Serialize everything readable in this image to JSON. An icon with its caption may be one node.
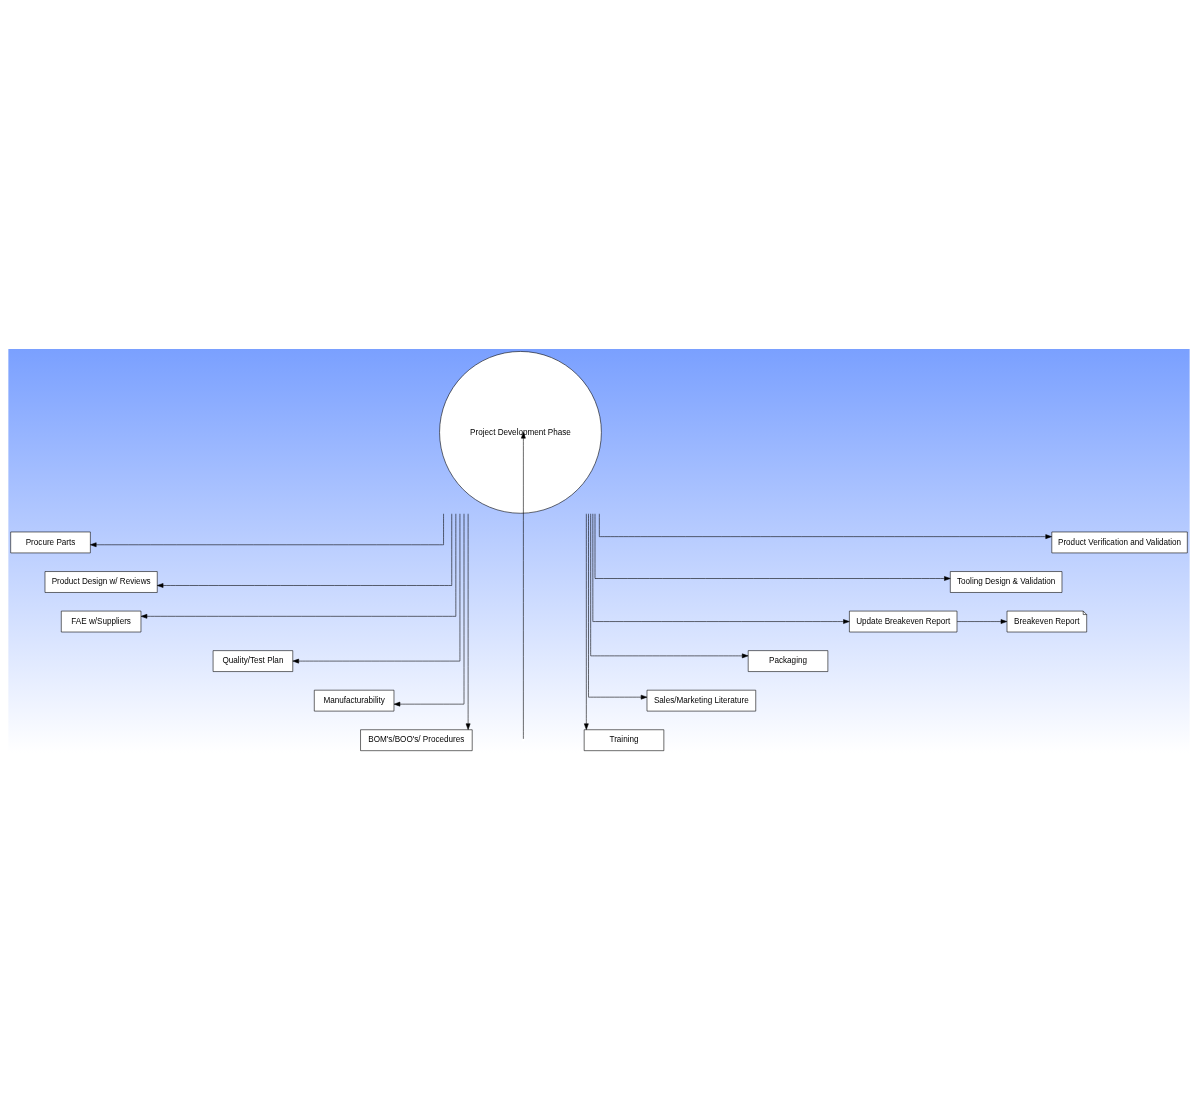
{
  "diagram": {
    "nodes": [
      {
        "text": [
          "Project Development Phase"
        ]
      },
      {
        "text": [
          "Procure Parts"
        ]
      },
      {
        "text": [
          "Product Verification and Validation"
        ]
      },
      {
        "text": [
          "Product Design w/ Reviews"
        ]
      },
      {
        "text": [
          "Tooling Design & Validation"
        ]
      },
      {
        "text": [
          "FAE w/Suppliers"
        ]
      },
      {
        "text": [
          "Update Breakeven Report"
        ]
      },
      {
        "text": [
          "Breakeven Report"
        ]
      },
      {
        "text": [
          "Quality/Test Plan"
        ]
      },
      {
        "text": [
          "Packaging"
        ]
      },
      {
        "text": [
          "Manufacturability"
        ]
      },
      {
        "text": [
          "Sales/Marketing Literature"
        ]
      },
      {
        "text": [
          "BOM's/BOO's/ Procedures"
        ]
      },
      {
        "text": [
          "Training"
        ]
      }
    ],
    "edges": [
      {
        "from": 0,
        "to": 1,
        "arrow": "to"
      },
      {
        "from": 0,
        "to": 2,
        "arrow": "to"
      },
      {
        "from": 0,
        "to": 3,
        "arrow": "to"
      },
      {
        "from": 0,
        "to": 4,
        "arrow": "to"
      },
      {
        "from": 0,
        "to": 5,
        "arrow": "to"
      },
      {
        "from": 0,
        "to": 6,
        "arrow": "to"
      },
      {
        "from": 0,
        "to": 8,
        "arrow": "to"
      },
      {
        "from": 0,
        "to": 9,
        "arrow": "to"
      },
      {
        "from": 0,
        "to": 10,
        "arrow": "to"
      },
      {
        "from": 0,
        "to": 11,
        "arrow": "to"
      },
      {
        "from": 0,
        "to": 12,
        "arrow": "to"
      },
      {
        "from": 0,
        "to": 13,
        "arrow": "to"
      },
      {
        "from": 6,
        "to": 7,
        "arrow": "to"
      },
      {
        "from": null,
        "to": 0,
        "arrow": "to"
      }
    ]
  }
}
